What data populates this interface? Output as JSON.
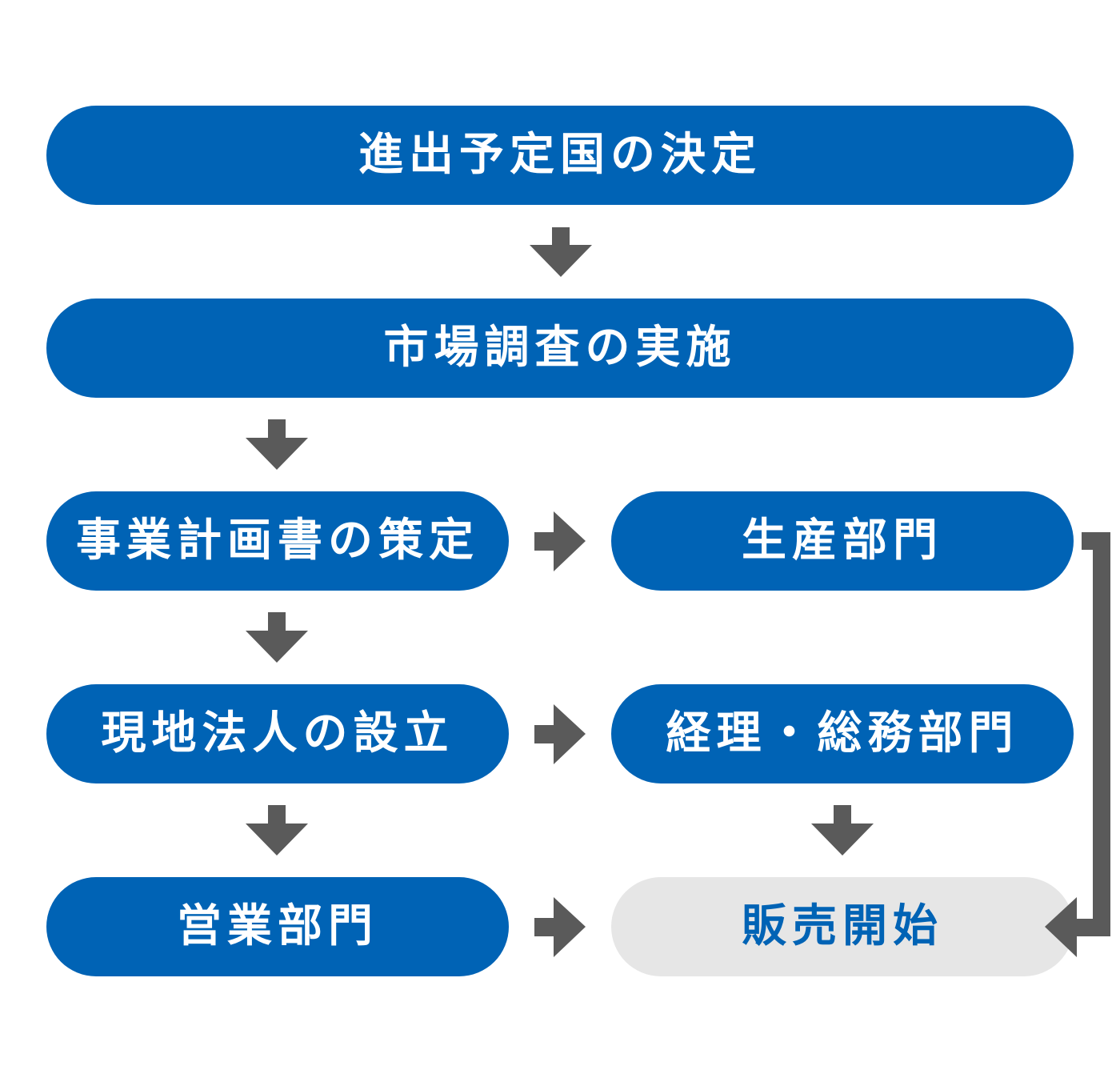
{
  "steps": {
    "decide_country": "進出予定国の決定",
    "market_research": "市場調査の実施",
    "business_plan": "事業計画書の策定",
    "establish_entity": "現地法人の設立",
    "sales_dept": "営業部門",
    "production_dept": "生産部門",
    "accounting_dept": "経理・総務部門",
    "sales_start": "販売開始"
  },
  "colors": {
    "primary": "#0063b5",
    "arrow": "#5a5a5a",
    "final_bg": "#e6e6e6",
    "background": "#ffffff"
  }
}
